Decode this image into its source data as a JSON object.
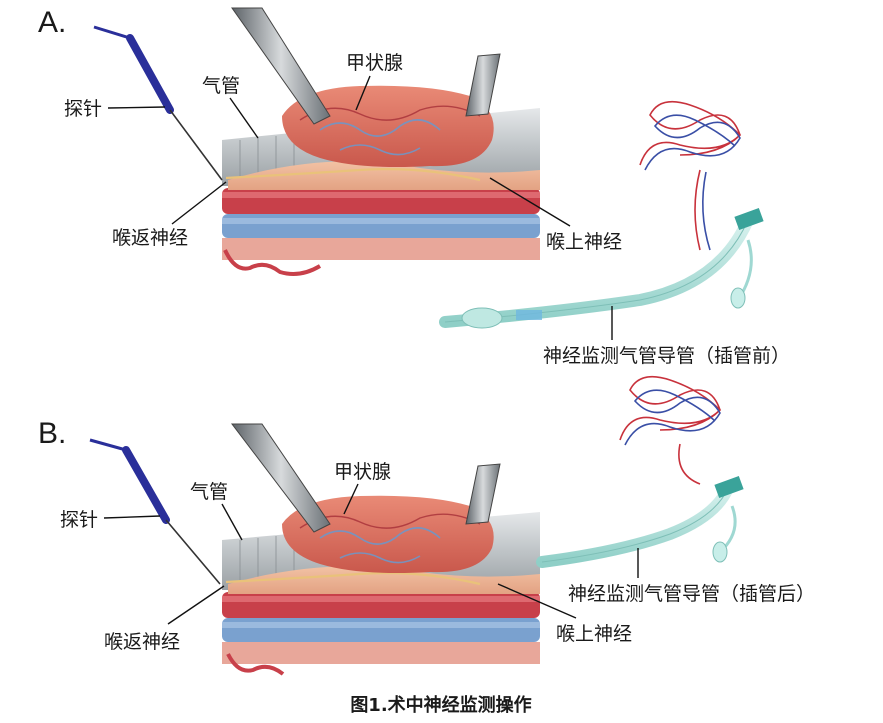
{
  "panels": [
    {
      "letter": "A.",
      "labels": {
        "probe": "探针",
        "trachea": "气管",
        "thyroid": "甲状腺",
        "recurrent_nerve": "喉返神经",
        "superior_nerve": "喉上神经",
        "tube": "神经监测气管导管（插管前）"
      }
    },
    {
      "letter": "B.",
      "labels": {
        "probe": "探针",
        "trachea": "气管",
        "thyroid": "甲状腺",
        "recurrent_nerve": "喉返神经",
        "superior_nerve": "喉上神经",
        "tube": "神经监测气管导管（插管后）"
      }
    }
  ],
  "caption": "图1.术中神经监测操作",
  "colors": {
    "probe": "#2a2f9a",
    "thyroid": "#d9695a",
    "trachea": "#c9cdcf",
    "artery": "#c8404a",
    "vein": "#6f97c8",
    "tube": "#9fd8d2",
    "wire_red": "#c8323c",
    "wire_blue": "#3a4fa6"
  }
}
